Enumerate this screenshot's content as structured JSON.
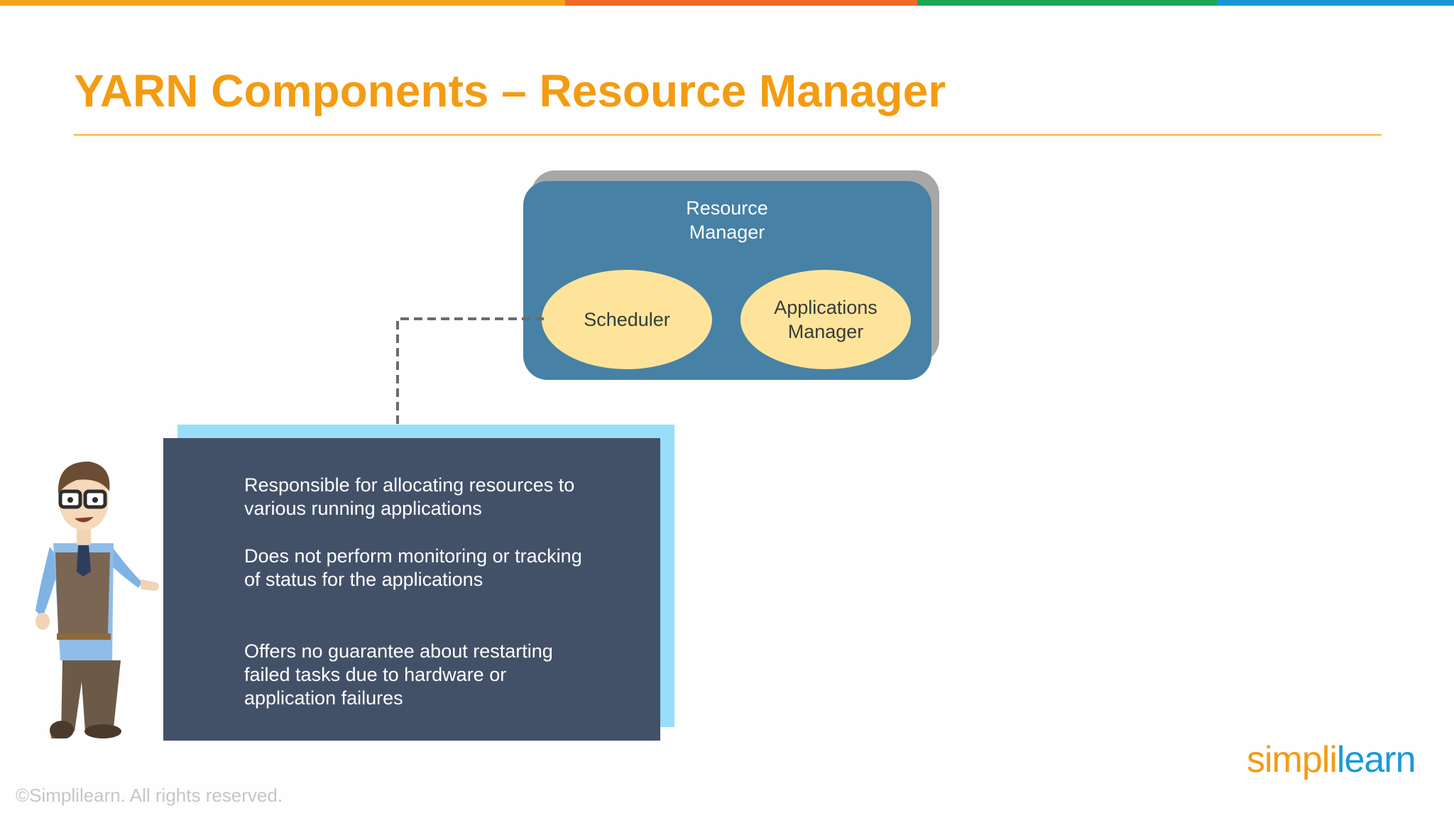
{
  "colors": {
    "stripe": [
      "#f4a11d",
      "#ee6b27",
      "#1aa654",
      "#1a95d8"
    ],
    "title": "#f39c12",
    "rule": "#f3b43c",
    "resource_box": "#4781a5",
    "ellipse": "#fde49a",
    "card": "#435168",
    "card_shadow": "#98def9",
    "logo_orange": "#f39c12",
    "logo_blue": "#1a9ad6"
  },
  "slide": {
    "title": "YARN Components – Resource Manager"
  },
  "diagram": {
    "resource_manager_label": "Resource\nManager",
    "scheduler_label": "Scheduler",
    "applications_manager_label": "Applications\nManager"
  },
  "card": {
    "bullets": [
      "Responsible for allocating resources to\nvarious running applications",
      "Does not perform monitoring or tracking\nof status for the applications",
      "Offers no guarantee about restarting\nfailed tasks due to hardware or\napplication failures"
    ]
  },
  "footer": {
    "copyright": "©Simplilearn. All rights reserved.",
    "logo_part1": "simpl",
    "logo_part2": "i",
    "logo_part3": "learn"
  }
}
